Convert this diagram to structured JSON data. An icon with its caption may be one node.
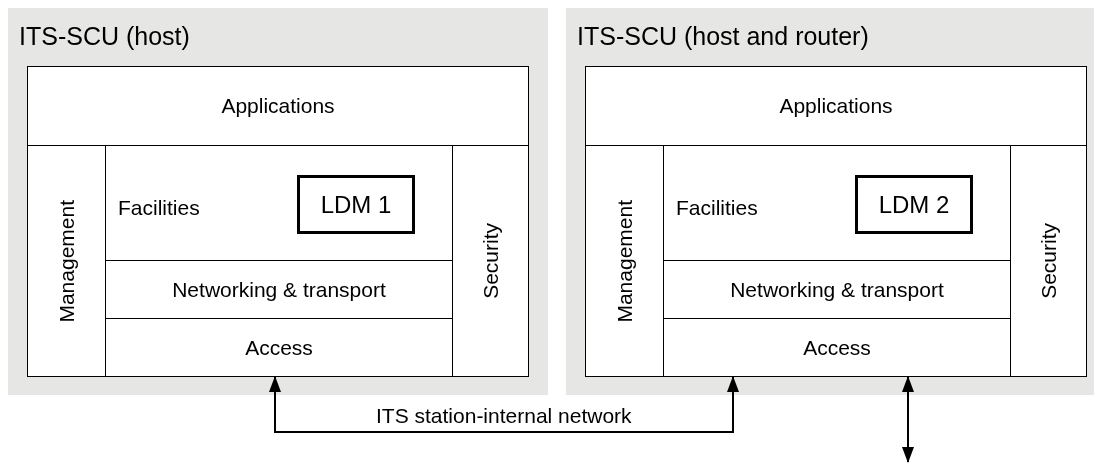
{
  "diagram": {
    "nodes": [
      {
        "text": [
          "ITS-SCU (host)"
        ]
      },
      {
        "text": [
          "Applications"
        ],
        "in": 0
      },
      {
        "text": [
          "Management"
        ],
        "in": 0
      },
      {
        "text": [
          "Facilities"
        ],
        "in": 0
      },
      {
        "text": [
          "LDM 1"
        ],
        "in": 3
      },
      {
        "text": [
          "Security"
        ],
        "in": 0
      },
      {
        "text": [
          "Networking & transport"
        ],
        "in": 0
      },
      {
        "text": [
          "Access"
        ],
        "in": 0
      },
      {
        "text": [
          "ITS-SCU (host and router)"
        ]
      },
      {
        "text": [
          "Applications"
        ],
        "in": 8
      },
      {
        "text": [
          "Management"
        ],
        "in": 8
      },
      {
        "text": [
          "Facilities"
        ],
        "in": 8
      },
      {
        "text": [
          "LDM 2"
        ],
        "in": 11
      },
      {
        "text": [
          "Security"
        ],
        "in": 8
      },
      {
        "text": [
          "Networking & transport"
        ],
        "in": 8
      },
      {
        "text": [
          "Access"
        ],
        "in": 8
      }
    ],
    "edges": [
      {
        "from": 7,
        "to": 15,
        "arrow": "both",
        "label": "ITS station-internal network"
      },
      {
        "from": 15,
        "to": null,
        "arrow": "both"
      }
    ]
  }
}
